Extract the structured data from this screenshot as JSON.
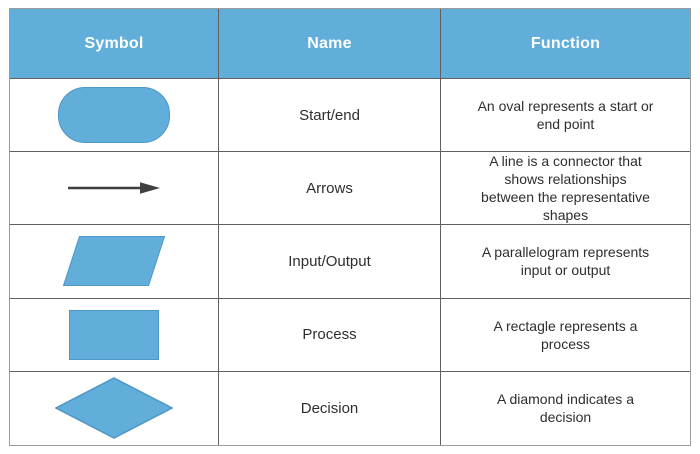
{
  "colors": {
    "header_bg": "#62AEDA",
    "shape_fill": "#62AEDA",
    "shape_stroke": "#4D97C8",
    "grid_line": "#606060",
    "outer_border": "#9b9b9b",
    "header_text": "#ffffff",
    "body_text": "#2e2e2e",
    "arrow_color": "#3f3f3f"
  },
  "table": {
    "columns": [
      {
        "label": "Symbol"
      },
      {
        "label": "Name"
      },
      {
        "label": "Function"
      }
    ],
    "rows": [
      {
        "symbol_icon": "oval-start-end-icon",
        "name": "Start/end",
        "function": "An oval represents a start or end point"
      },
      {
        "symbol_icon": "arrow-connector-icon",
        "name": "Arrows",
        "function": "A line is a connector that shows relationships between the representative shapes"
      },
      {
        "symbol_icon": "parallelogram-input-output-icon",
        "name": "Input/Output",
        "function": "A parallelogram represents input or output"
      },
      {
        "symbol_icon": "rectangle-process-icon",
        "name": "Process",
        "function": "A rectagle represents a process"
      },
      {
        "symbol_icon": "diamond-decision-icon",
        "name": "Decision",
        "function": "A diamond indicates a decision"
      }
    ]
  }
}
